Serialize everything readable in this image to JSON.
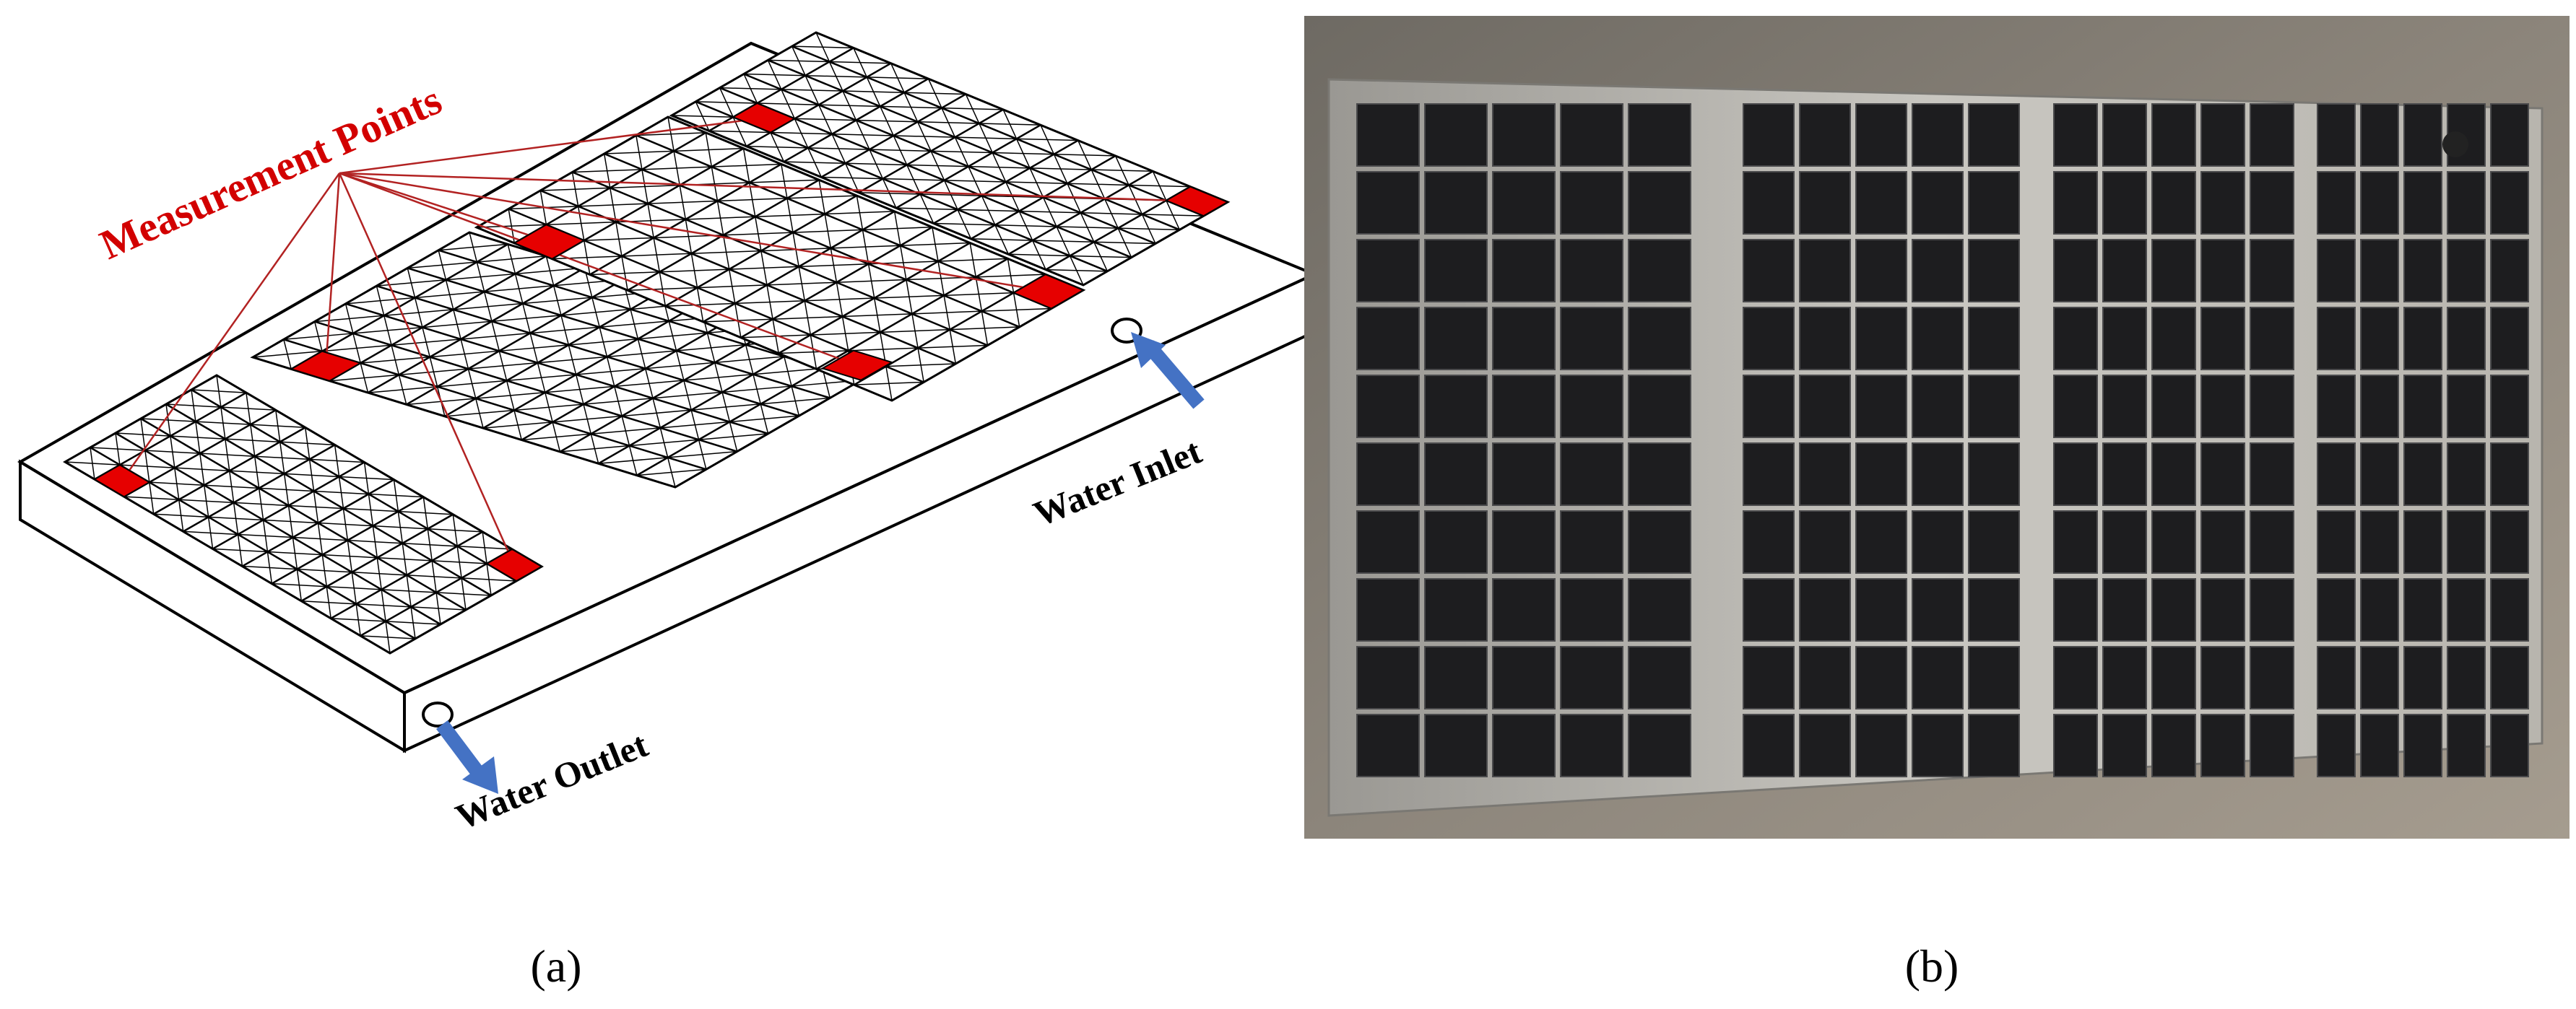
{
  "panel_a": {
    "label": "(a)",
    "measurement_label": "Measurement Points",
    "inlet_label": "Water Inlet",
    "outlet_label": "Water Outlet",
    "colors": {
      "measurement": "#e60000",
      "arrow": "#4472c4",
      "leader": "#b22222"
    }
  },
  "panel_b": {
    "label": "(b)"
  }
}
